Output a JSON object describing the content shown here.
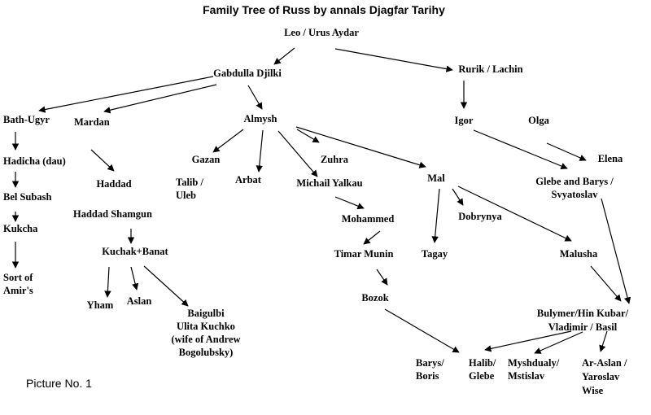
{
  "title": "Family Tree of Russ by annals Djagfar Tarihy",
  "caption": "Picture No. 1",
  "nodes": {
    "leo": [
      "Leo / Urus Aydar"
    ],
    "gabdulla": [
      "Gabdulla Djilki"
    ],
    "rurik": [
      "Rurik / Lachin"
    ],
    "bath_ugyr": [
      "Bath-Ugyr"
    ],
    "mardan": [
      "Mardan"
    ],
    "almysh": [
      "Almysh"
    ],
    "igor": [
      "Igor"
    ],
    "olga": [
      "Olga"
    ],
    "hadicha": [
      "Hadicha (dau)"
    ],
    "gazan": [
      "Gazan"
    ],
    "zuhra": [
      "Zuhra"
    ],
    "elena": [
      "Elena"
    ],
    "haddad": [
      "Haddad"
    ],
    "talib": [
      "Talib /",
      "Uleb"
    ],
    "arbat": [
      "Arbat"
    ],
    "michail": [
      "Michail Yalkau"
    ],
    "mal": [
      "Mal"
    ],
    "glebe_barys": [
      "Glebe and Barys /",
      "Svyatoslav"
    ],
    "bel_subash": [
      "Bel Subash"
    ],
    "haddad_shamgun": [
      "Haddad Shamgun"
    ],
    "dobrynya": [
      "Dobrynya"
    ],
    "mohammed": [
      "Mohammed"
    ],
    "kukcha": [
      "Kukcha"
    ],
    "kuchak": [
      "Kuchak+Banat"
    ],
    "timar": [
      "Timar Munin"
    ],
    "tagay": [
      "Tagay"
    ],
    "malusha": [
      "Malusha"
    ],
    "sort": [
      "Sort of",
      "Amir's"
    ],
    "yham": [
      "Yham"
    ],
    "aslan": [
      "Aslan"
    ],
    "bozok": [
      "Bozok"
    ],
    "baigulbi": [
      "Baigulbi",
      "Ulita Kuchko",
      "(wife of Andrew",
      "Bogolubsky)"
    ],
    "bulymer": [
      "Bulymer/Hin Kubar/",
      "Vladimir  /  Basil"
    ],
    "barys_boris": [
      "Barys/",
      "Boris"
    ],
    "halib": [
      "Halib/",
      "Glebe"
    ],
    "myshdualy": [
      "Myshdualy/",
      "Mstislav"
    ],
    "ar_aslan": [
      "Ar-Aslan /",
      "Yaroslav",
      "Wise"
    ]
  }
}
